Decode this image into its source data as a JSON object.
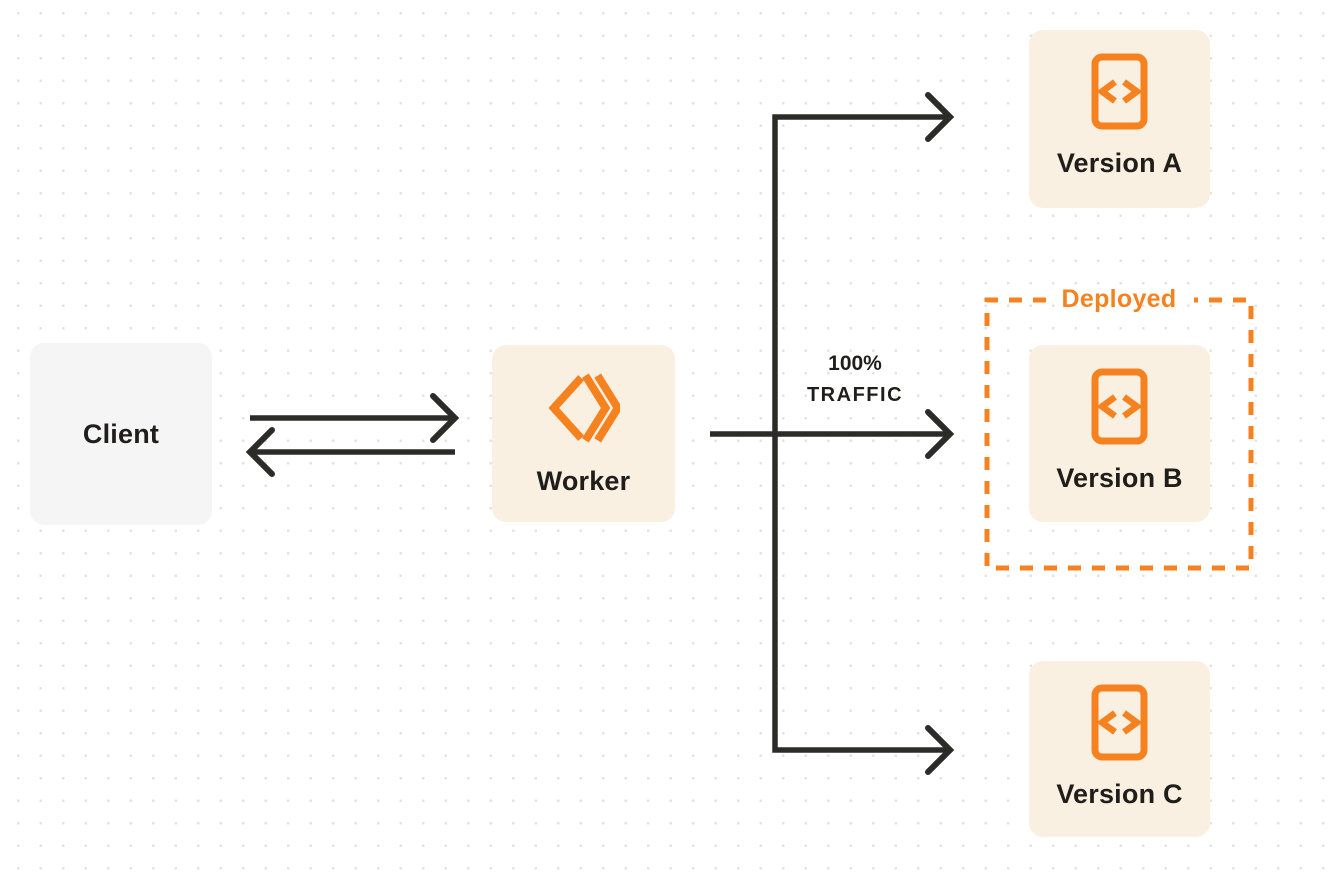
{
  "diagram": {
    "nodes": {
      "client": {
        "label": "Client"
      },
      "worker": {
        "label": "Worker",
        "icon": "worker-chevron-diamond-icon"
      },
      "version_a": {
        "label": "Version A",
        "icon": "code-file-icon"
      },
      "version_b": {
        "label": "Version B",
        "icon": "code-file-icon"
      },
      "version_c": {
        "label": "Version C",
        "icon": "code-file-icon"
      }
    },
    "groups": {
      "deployed": {
        "label": "Deployed",
        "contains": [
          "version_b"
        ],
        "border_style": "dashed"
      }
    },
    "edges": [
      {
        "from": "client",
        "to": "worker",
        "style": "arrow"
      },
      {
        "from": "worker",
        "to": "client",
        "style": "arrow"
      },
      {
        "from": "worker",
        "to": "version_a",
        "style": "arrow"
      },
      {
        "from": "worker",
        "to": "version_b",
        "style": "arrow",
        "label": "100% TRAFFIC"
      },
      {
        "from": "worker",
        "to": "version_c",
        "style": "arrow"
      }
    ],
    "traffic_label": {
      "line1": "100%",
      "line2": "TRAFFIC"
    },
    "colors": {
      "accent_orange": "#f6821f",
      "node_cream": "#faf0e2",
      "node_gray": "#f5f5f6",
      "line_dark": "#2b2b28",
      "text_dark": "#1f1e1b",
      "dot_grid": "#e3e3e3",
      "background": "#ffffff"
    }
  }
}
